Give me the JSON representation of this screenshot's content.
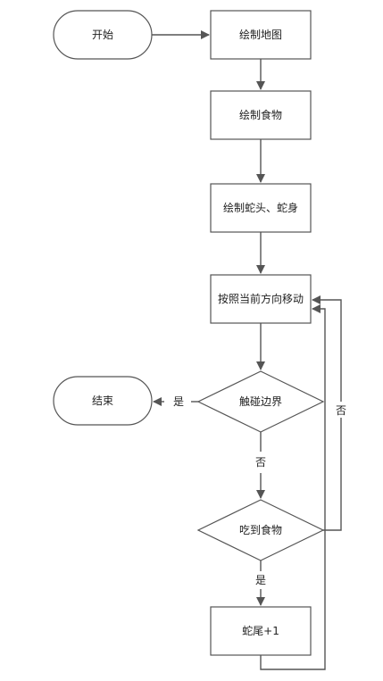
{
  "colors": {
    "stroke": "#555555",
    "fill": "#ffffff",
    "text": "#222222",
    "arrow": "#555555"
  },
  "nodes": {
    "start": "开始",
    "draw_map": "绘制地图",
    "draw_food": "绘制食物",
    "draw_snake": "绘制蛇头、蛇身",
    "move": "按照当前方向移动",
    "hit_border": "触碰边界",
    "end": "结束",
    "eat_food": "吃到食物",
    "tail_plus": "蛇尾+1"
  },
  "edges": {
    "yes_end": "是",
    "no_continue": "否",
    "no_loop": "否",
    "yes_tail": "是"
  }
}
